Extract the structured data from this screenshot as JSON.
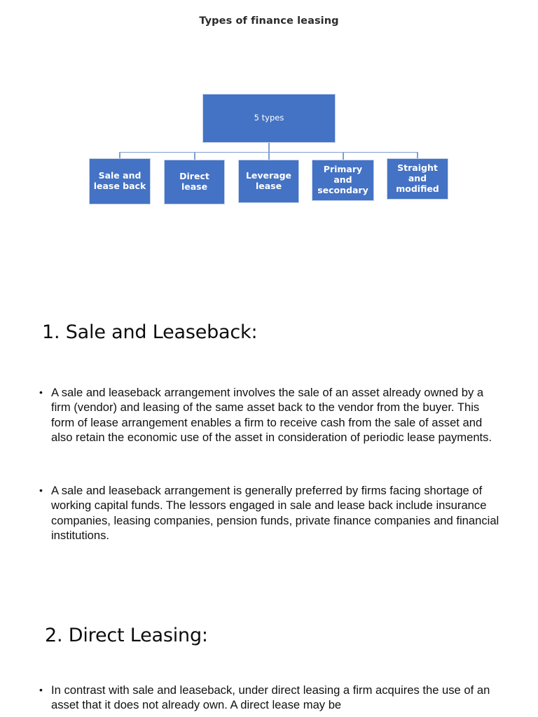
{
  "page": {
    "title": "Types of finance leasing"
  },
  "diagram": {
    "type": "org-chart",
    "root": {
      "label": "5 types"
    },
    "children": [
      {
        "label": "Sale and lease back"
      },
      {
        "label": "Direct lease"
      },
      {
        "label": "Leverage lease"
      },
      {
        "label": "Primary and secondary"
      },
      {
        "label": "Straight and modified"
      }
    ],
    "colors": {
      "node_fill": "#4472c4",
      "node_text": "#ffffff",
      "connector": "#7f9fcd",
      "node_border": "#c5d3ea"
    }
  },
  "sections": [
    {
      "heading": "1. Sale and Leaseback:",
      "bullets": [
        {
          "marker": "•",
          "text": "A sale and leaseback arrangement involves the sale of an asset already owned by a firm (vendor) and leasing of the same asset back to the vendor from the buyer. This form of lease arrangement enables a firm to receive cash from the sale of asset and also retain the economic use of the asset in consideration of periodic lease payments."
        },
        {
          "marker": "•",
          "text": "A sale and leaseback arrangement is generally preferred by firms facing shortage of working capital funds. The lessors engaged in sale and lease back include insurance companies, leasing companies, pension funds, private finance companies and financial institutions."
        }
      ]
    },
    {
      "heading": "2. Direct Leasing:",
      "bullets": [
        {
          "marker": "•",
          "text": "In contrast with sale and leaseback, under direct leasing a firm acquires the use of an asset that it does not already own. A direct lease may be"
        }
      ]
    }
  ]
}
